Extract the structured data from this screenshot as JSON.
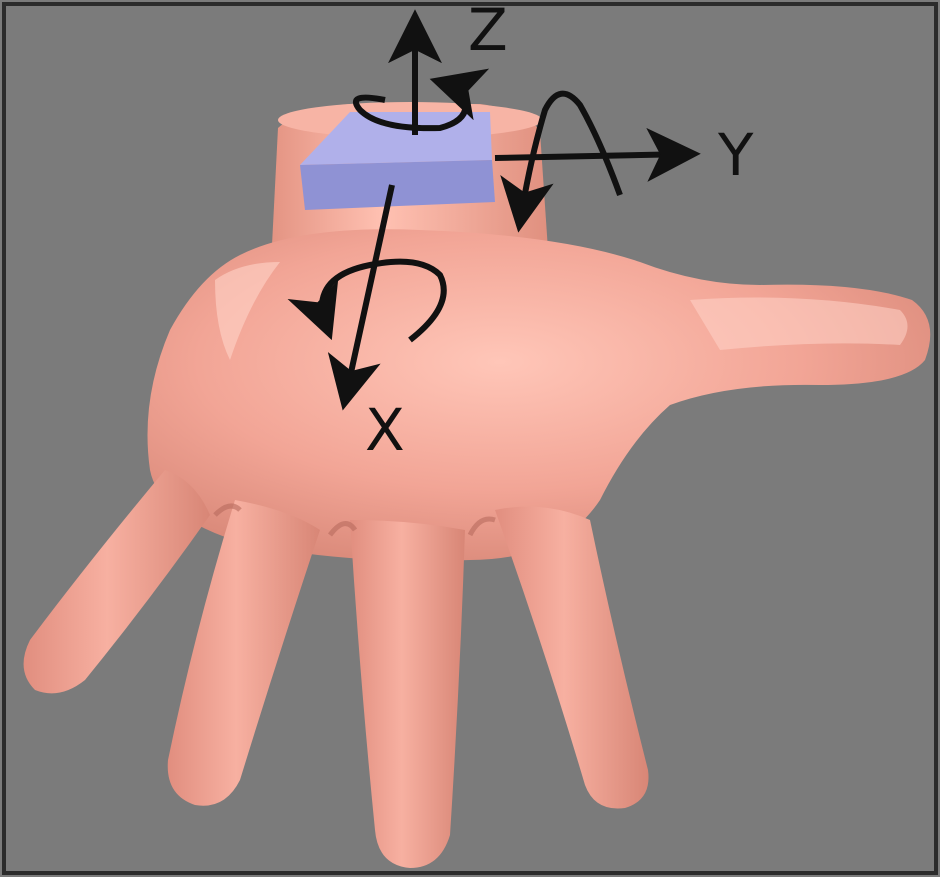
{
  "background_color": "#7b7b7b",
  "frame_border_color": "#2b2b2b",
  "hand": {
    "skin_color": "#f2a596",
    "shadow_color": "#c9766a",
    "highlight_color": "#ffd3c8"
  },
  "sensor": {
    "top_color": "#b0b0ea",
    "front_color": "#8f92d4"
  },
  "axes": {
    "arrow_color": "#111111",
    "z_label": "Z",
    "y_label": "Y",
    "x_label": "X"
  }
}
